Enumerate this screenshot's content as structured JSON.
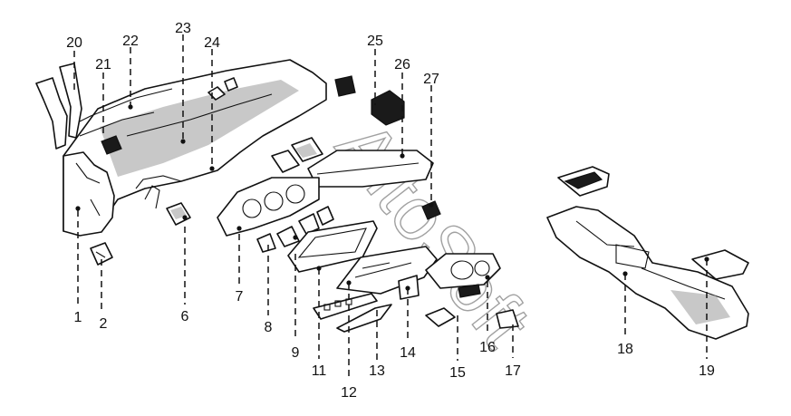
{
  "watermark": "AltoSoft",
  "callouts": [
    "1",
    "2",
    "6",
    "7",
    "8",
    "9",
    "11",
    "12",
    "13",
    "14",
    "15",
    "16",
    "17",
    "18",
    "19",
    "20",
    "21",
    "22",
    "23",
    "24",
    "25",
    "26",
    "27"
  ]
}
